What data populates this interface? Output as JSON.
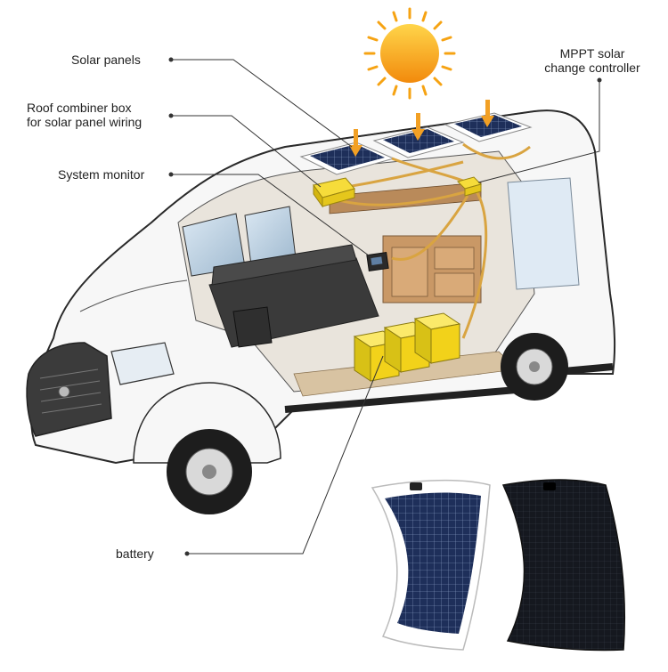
{
  "labels": {
    "solar_panels": "Solar panels",
    "combiner_line1": "Roof combiner box",
    "combiner_line2": "for solar panel wiring",
    "system_monitor": "System monitor",
    "mppt_line1": "MPPT solar",
    "mppt_line2": "change controller",
    "battery": "battery"
  },
  "colors": {
    "wire": "#d9a441",
    "box": "#f2d21a",
    "sun": "#f6a313",
    "panel": "#1c2b52",
    "leader": "#333333"
  }
}
